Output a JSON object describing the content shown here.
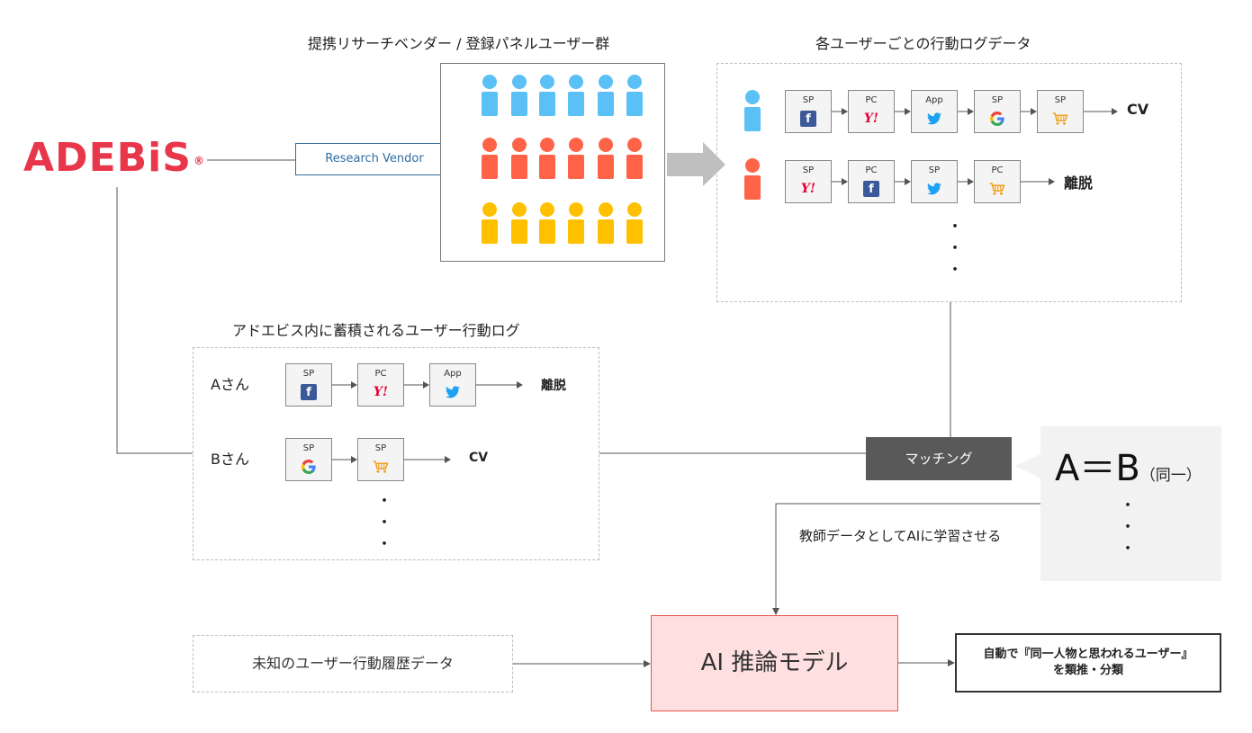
{
  "logo": {
    "text": "ADEBiS",
    "mark": "®"
  },
  "vendor_label": "Research Vendor",
  "titles": {
    "panel": "提携リサーチベンダー / 登録パネルユーザー群",
    "logs": "各ユーザーごとの行動ログデータ",
    "adebis_logs": "アドエビス内に蓄積されるユーザー行動ログ"
  },
  "panel_rows": [
    {
      "color": "#5bc0f5",
      "count": 6
    },
    {
      "color": "#ff6347",
      "count": 6
    },
    {
      "color": "#ffc000",
      "count": 6
    }
  ],
  "vendor_users": [
    {
      "color": "#5bc0f5",
      "devices": [
        {
          "label": "SP",
          "icon": "facebook-icon"
        },
        {
          "label": "PC",
          "icon": "yahoo-icon"
        },
        {
          "label": "App",
          "icon": "twitter-icon"
        },
        {
          "label": "SP",
          "icon": "google-icon"
        },
        {
          "label": "SP",
          "icon": "cart-icon"
        }
      ],
      "outcome": "CV"
    },
    {
      "color": "#ff6347",
      "devices": [
        {
          "label": "SP",
          "icon": "yahoo-icon"
        },
        {
          "label": "PC",
          "icon": "facebook-icon"
        },
        {
          "label": "SP",
          "icon": "twitter-icon"
        },
        {
          "label": "PC",
          "icon": "cart-icon"
        }
      ],
      "outcome": "離脱"
    }
  ],
  "adebis_users": [
    {
      "name": "Aさん",
      "devices": [
        {
          "label": "SP",
          "icon": "facebook-icon"
        },
        {
          "label": "PC",
          "icon": "yahoo-icon"
        },
        {
          "label": "App",
          "icon": "twitter-icon"
        }
      ],
      "outcome": "離脱"
    },
    {
      "name": "Bさん",
      "devices": [
        {
          "label": "SP",
          "icon": "google-icon"
        },
        {
          "label": "SP",
          "icon": "cart-icon"
        }
      ],
      "outcome": "CV"
    }
  ],
  "dots": "・",
  "matching_label": "マッチング",
  "equality": {
    "text": "A＝B",
    "note": "（同一）"
  },
  "teach_label": "教師データとしてAIに学習させる",
  "unknown_label": "未知のユーザー行動履歴データ",
  "ai_label": "AI 推論モデル",
  "result": {
    "line1": "自動で『同一人物と思われるユーザー』",
    "line2": "を類推・分類"
  },
  "colors": {
    "brand": "#e8374a",
    "vendor": "#2f6ea3",
    "ai_fill": "#fde0df",
    "ai_border": "#e6554b",
    "match": "#595959"
  }
}
